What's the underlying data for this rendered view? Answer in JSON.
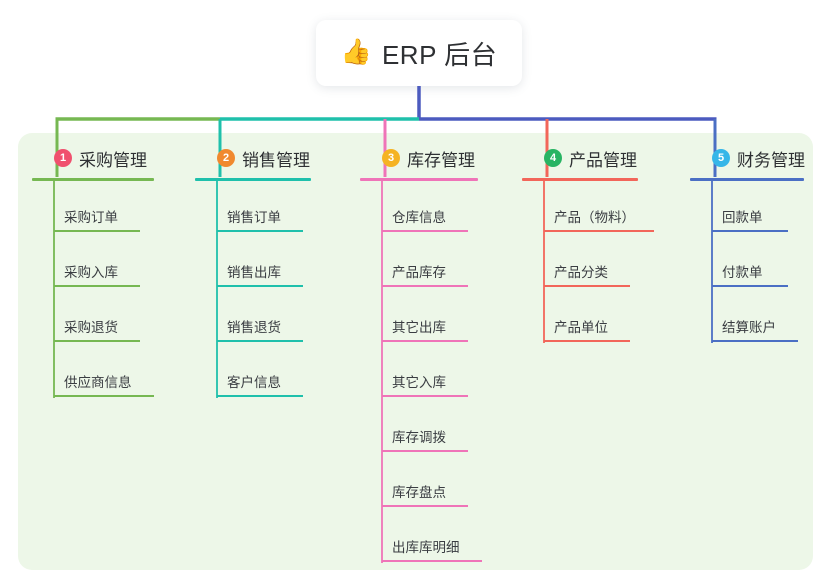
{
  "root": {
    "icon": "thumbs-up-icon",
    "icon_glyph": "👍",
    "title": "ERP 后台"
  },
  "palette": {
    "panel_bg": "#edf7e8",
    "page_bg": "#ffffff",
    "text": "#2e3033",
    "stem": "#4c5bbf"
  },
  "columns": [
    {
      "index": "1",
      "title": "采购管理",
      "badge_color": "#f0506e",
      "line_color": "#76b852",
      "head_width": 122,
      "items": [
        {
          "label": "采购订单",
          "rule_width": 86
        },
        {
          "label": "采购入库",
          "rule_width": 86
        },
        {
          "label": "采购退货",
          "rule_width": 86
        },
        {
          "label": "供应商信息",
          "rule_width": 100
        }
      ]
    },
    {
      "index": "2",
      "title": "销售管理",
      "badge_color": "#f0892f",
      "line_color": "#1fc0ab",
      "head_width": 116,
      "items": [
        {
          "label": "销售订单",
          "rule_width": 86
        },
        {
          "label": "销售出库",
          "rule_width": 86
        },
        {
          "label": "销售退货",
          "rule_width": 86
        },
        {
          "label": "客户信息",
          "rule_width": 86
        }
      ]
    },
    {
      "index": "3",
      "title": "库存管理",
      "badge_color": "#f5b323",
      "line_color": "#ef74b8",
      "head_width": 118,
      "items": [
        {
          "label": "仓库信息",
          "rule_width": 86
        },
        {
          "label": "产品库存",
          "rule_width": 86
        },
        {
          "label": "其它出库",
          "rule_width": 86
        },
        {
          "label": "其它入库",
          "rule_width": 86
        },
        {
          "label": "库存调拨",
          "rule_width": 86
        },
        {
          "label": "库存盘点",
          "rule_width": 86
        },
        {
          "label": "出库库明细",
          "rule_width": 100
        }
      ]
    },
    {
      "index": "4",
      "title": "产品管理",
      "badge_color": "#28b463",
      "line_color": "#f2665a",
      "head_width": 116,
      "items": [
        {
          "label": "产品（物料）",
          "rule_width": 110
        },
        {
          "label": "产品分类",
          "rule_width": 86
        },
        {
          "label": "产品单位",
          "rule_width": 86
        }
      ]
    },
    {
      "index": "5",
      "title": "财务管理",
      "badge_color": "#36b6e8",
      "line_color": "#4b6fc4",
      "head_width": 114,
      "items": [
        {
          "label": "回款单",
          "rule_width": 76
        },
        {
          "label": "付款单",
          "rule_width": 76
        },
        {
          "label": "结算账户",
          "rule_width": 86
        }
      ]
    }
  ]
}
